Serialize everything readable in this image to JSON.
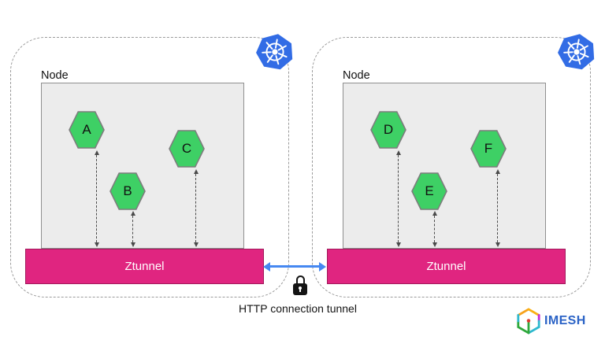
{
  "caption": "HTTP connection tunnel",
  "nodes": [
    {
      "label": "Node",
      "tunnel": "Ztunnel",
      "pods": [
        "A",
        "B",
        "C"
      ]
    },
    {
      "label": "Node",
      "tunnel": "Ztunnel",
      "pods": [
        "D",
        "E",
        "F"
      ]
    }
  ],
  "branding": {
    "logo_text": "IMESH"
  },
  "icons": {
    "kubernetes": "kubernetes-helm-wheel-heptagon",
    "lock": "padlock",
    "connection": "double-headed-horizontal-arrow",
    "pod_link": "double-headed-dashed-vertical-arrow"
  },
  "colors": {
    "kubernetes_blue": "#326CE5",
    "pod_green": "#3ED065",
    "pod_border": "#7D7D7D",
    "ztunnel_pink": "#E02580",
    "connection_blue": "#4688F1",
    "node_box_fill": "#ECECEC",
    "boundary_gray": "#9B9B9B",
    "imesh_blue": "#2B63C6"
  }
}
